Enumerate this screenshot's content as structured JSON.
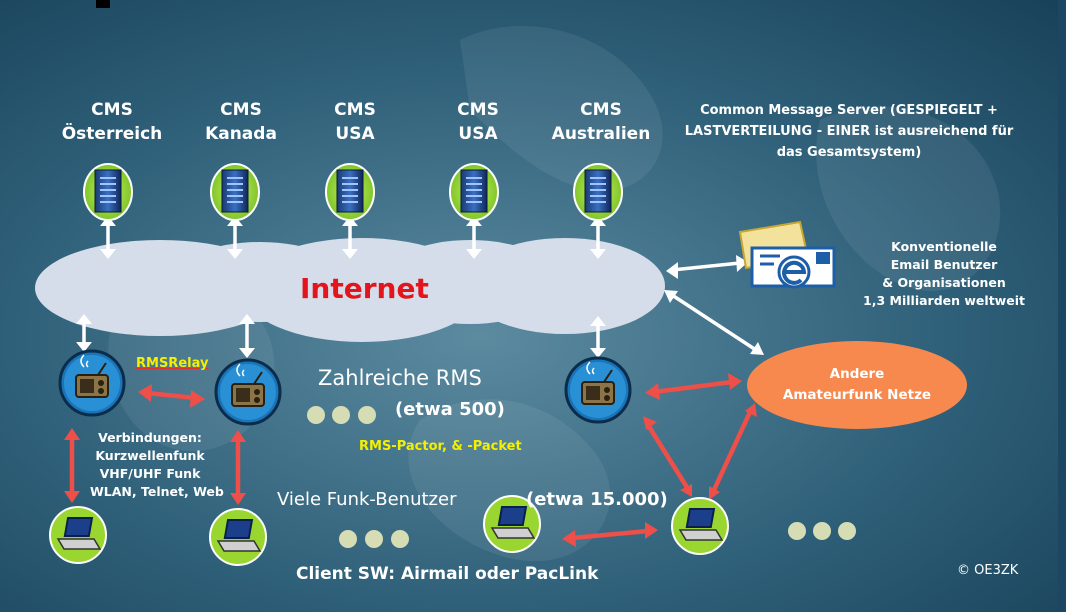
{
  "servers": [
    {
      "cms": "CMS",
      "location": "Österreich"
    },
    {
      "cms": "CMS",
      "location": "Kanada"
    },
    {
      "cms": "CMS",
      "location": "USA"
    },
    {
      "cms": "CMS",
      "location": "USA"
    },
    {
      "cms": "CMS",
      "location": "Australien"
    }
  ],
  "cms_note": {
    "line1": "Common Message Server  (GESPIEGELT +",
    "line2": "LASTVERTEILUNG  - EINER  ist ausreichend für",
    "line3": "das Gesamtsystem)"
  },
  "internet_label": "Internet",
  "email_users": {
    "line1": "Konventionelle",
    "line2": "Email Benutzer",
    "line3": "& Organisationen",
    "line4": "1,3 Milliarden weltweit"
  },
  "other_networks": {
    "line1": "Andere",
    "line2": "Amateurfunk Netze"
  },
  "rms_relay": "RMSRelay",
  "rms_count_title": "Zahlreiche RMS",
  "rms_count_value": "(etwa 500)",
  "rms_modes": "RMS-Pactor, & -Packet",
  "connections": {
    "line1": "Verbindungen:",
    "line2": "Kurzwellenfunk",
    "line3": "VHF/UHF Funk",
    "line4": "WLAN, Telnet, Web"
  },
  "users_title": "Viele Funk-Benutzer",
  "users_count": "(etwa 15.000)",
  "client_sw": "Client SW: Airmail oder PacLink",
  "copyright": "© OE3ZK",
  "colors": {
    "background": "#24526b",
    "cloud": "#d4dde9",
    "internet_text": "#e3141b",
    "ellipse": "#f7894f",
    "node_halo": "#9ad630",
    "link_white": "#ffffff",
    "link_red": "#ee4f48",
    "highlight_yellow": "#f4f000"
  }
}
